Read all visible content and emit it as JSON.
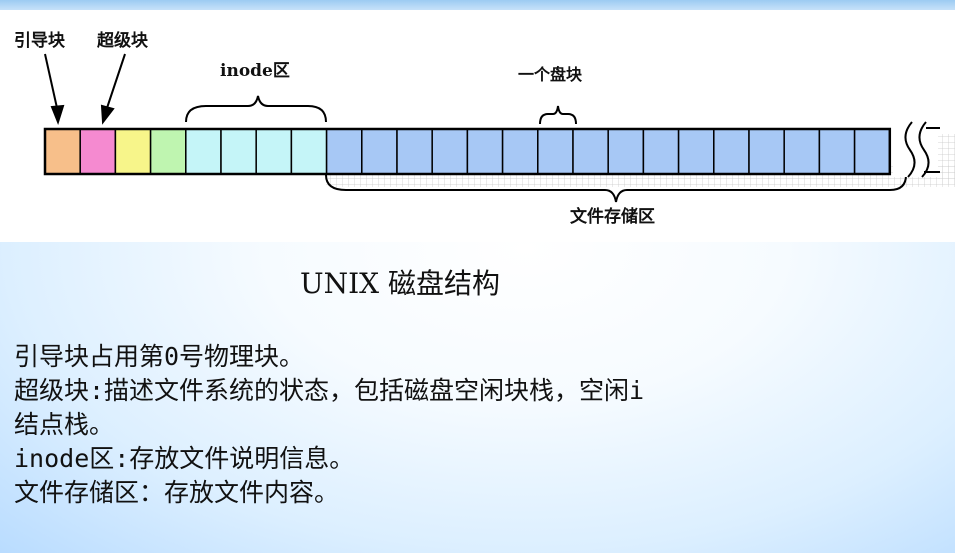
{
  "diagram": {
    "labels": {
      "boot_block": "引导块",
      "super_block": "超级块",
      "inode_area": "inode区",
      "one_block": "一个盘块",
      "file_storage": "文件存储区"
    },
    "block_colors": {
      "boot": "#f7bf8a",
      "super": "#f58ad0",
      "yellow": "#f7f58a",
      "green": "#bff5b0",
      "inode": "#c5f5f8",
      "data": "#a7c8f5"
    }
  },
  "caption": "UNIX 磁盘结构",
  "description": [
    "引导块占用第0号物理块。",
    "超级块:描述文件系统的状态，包括磁盘空闲块栈，空闲i",
    "结点栈。",
    "inode区:存放文件说明信息。",
    "文件存储区：存放文件内容。"
  ]
}
